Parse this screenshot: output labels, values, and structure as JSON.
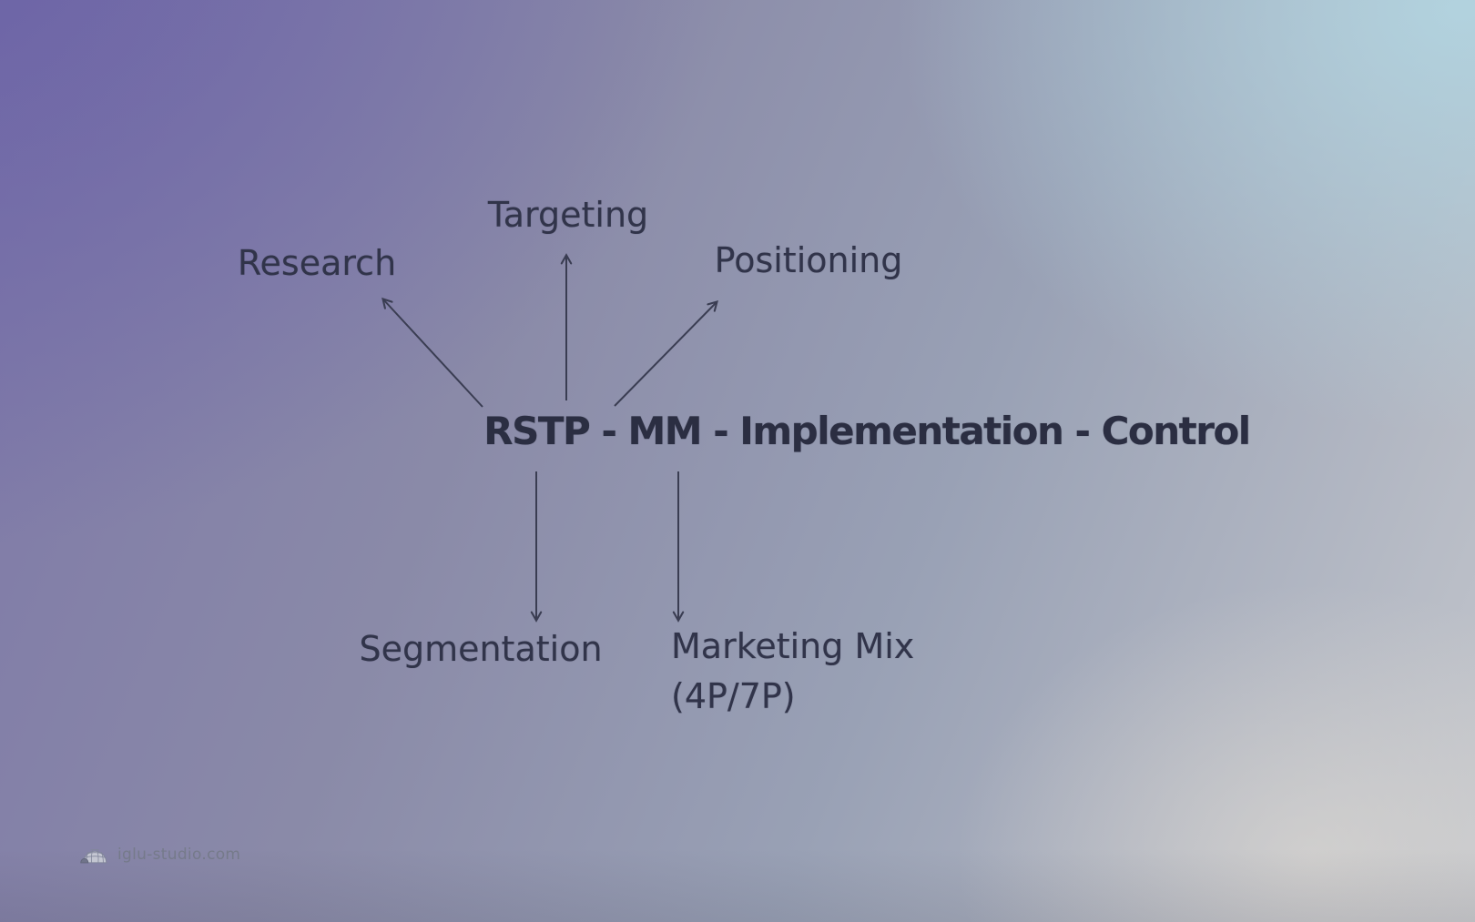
{
  "colors": {
    "text": "#31344a",
    "title": "#2b2e42",
    "arrow": "#3a3d52",
    "watermark": "#767b8b",
    "bg-purple-corner": "#6c63a4",
    "bg-blue-corner": "#a9cddb",
    "bg-gray-corner": "#c3c6cc"
  },
  "diagram": {
    "title": "RSTP - MM - Implementation - Control",
    "nodes": [
      {
        "id": "research",
        "label": "Research",
        "direction": "up-left"
      },
      {
        "id": "targeting",
        "label": "Targeting",
        "direction": "up"
      },
      {
        "id": "positioning",
        "label": "Positioning",
        "direction": "up-right"
      },
      {
        "id": "segmentation",
        "label": "Segmentation",
        "direction": "down"
      },
      {
        "id": "marketing-mix",
        "label": "Marketing Mix",
        "label2": "(4P/7P)",
        "direction": "down"
      }
    ]
  },
  "watermark": {
    "text": "iglu-studio.com",
    "icon": "igloo-icon"
  }
}
